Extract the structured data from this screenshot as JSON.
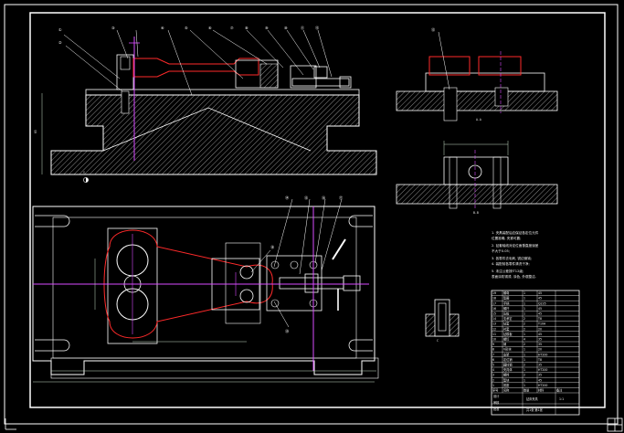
{
  "drawing": {
    "colors": {
      "background": "#000000",
      "outline": "#ffffff",
      "workpiece": "#ff2a2a",
      "centerline": "#d94cff",
      "hatch": "#c8c8c8",
      "dimension": "#c8e0c8",
      "snap_marker": "#ffffff"
    },
    "front_view": {
      "balloons": [
        "①",
        "②",
        "③",
        "④",
        "⑤",
        "⑥",
        "⑦",
        "⑧",
        "⑨",
        "⑩",
        "⑪",
        "⑫"
      ]
    },
    "side_view": {
      "balloon": "⑬",
      "label": "A-A"
    },
    "section_view": {
      "label": "B-B"
    },
    "detail_view": {
      "label": "C"
    },
    "plan_view": {
      "balloons": [
        "⑭",
        "⑮",
        "⑯",
        "⑰",
        "⑱",
        "⑲"
      ]
    },
    "tech_notes": [
      "1. 夹具装配后应保证各定位元件",
      "   位置准确, 夹紧可靠;",
      "2. 钻套轴线对定位面垂直度误差",
      "   不大于0.05;",
      "3. 各零件去毛刺, 锐边倒钝;",
      "4. 装配前各零件清洗干净;",
      "5. 未注公差按IT12级;",
      "   表面涂防锈漆, 涂色, 外观整洁."
    ],
    "parts_table": {
      "rows": [
        [
          "19",
          "螺母",
          "1",
          "45",
          ""
        ],
        [
          "18",
          "垫圈",
          "1",
          "45",
          ""
        ],
        [
          "17",
          "手柄",
          "1",
          "Q235",
          ""
        ],
        [
          "16",
          "螺杆",
          "1",
          "45",
          ""
        ],
        [
          "15",
          "压板",
          "1",
          "45",
          ""
        ],
        [
          "14",
          "支承钉",
          "2",
          "T8",
          ""
        ],
        [
          "13",
          "钻套",
          "2",
          "T10A",
          ""
        ],
        [
          "12",
          "衬套",
          "2",
          "20",
          ""
        ],
        [
          "11",
          "钻模板",
          "1",
          "45",
          ""
        ],
        [
          "10",
          "螺钉",
          "4",
          "35",
          ""
        ],
        [
          "9",
          "销",
          "2",
          "35",
          ""
        ],
        [
          "8",
          "V形块",
          "1",
          "20",
          ""
        ],
        [
          "7",
          "支架",
          "1",
          "HT200",
          ""
        ],
        [
          "6",
          "定位销",
          "1",
          "T8",
          ""
        ],
        [
          "5",
          "圆柱销",
          "2",
          "35",
          ""
        ],
        [
          "4",
          "夹具体",
          "1",
          "HT200",
          ""
        ],
        [
          "3",
          "螺栓",
          "2",
          "35",
          ""
        ],
        [
          "2",
          "垫块",
          "1",
          "45",
          ""
        ],
        [
          "1",
          "底座",
          "1",
          "HT200",
          ""
        ]
      ],
      "header": [
        "序号",
        "名称",
        "数量",
        "材料",
        "备注"
      ],
      "title_block": {
        "drawing_name": "钻床夹具",
        "scale": "1:1",
        "sheet": "共1张 第1张",
        "roles": [
          "设计",
          "审核",
          "批准"
        ]
      }
    }
  }
}
